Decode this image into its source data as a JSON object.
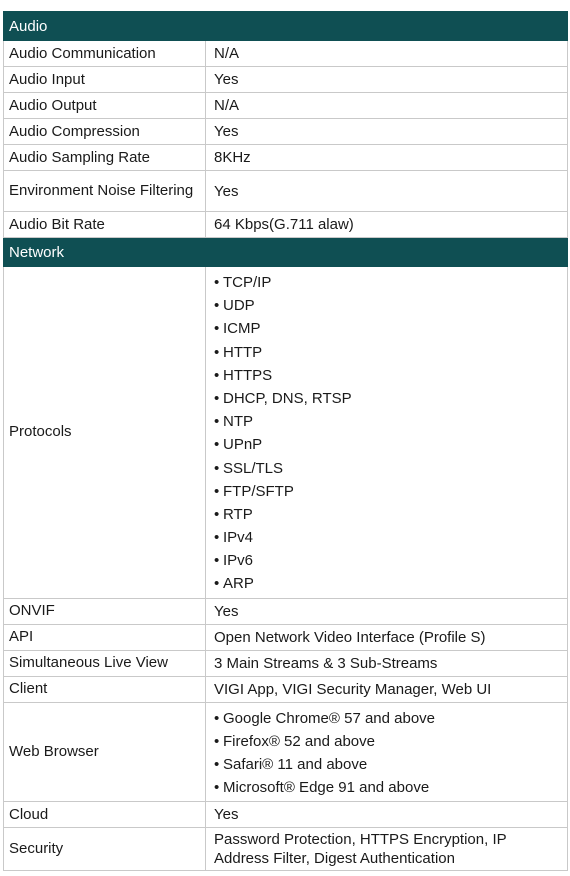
{
  "bullet_char": "•",
  "colors": {
    "section_header_bg": "#0f4f53",
    "section_header_text": "#ffffff",
    "grid_line": "#c9c9c9"
  },
  "sections": {
    "audio": {
      "title": "Audio",
      "rows": [
        {
          "label": "Audio Communication",
          "value": "N/A"
        },
        {
          "label": "Audio Input",
          "value": "Yes"
        },
        {
          "label": "Audio Output",
          "value": "N/A"
        },
        {
          "label": "Audio Compression",
          "value": "Yes"
        },
        {
          "label": "Audio Sampling Rate",
          "value": "8KHz"
        },
        {
          "label": "Environment Noise Filtering",
          "value": "Yes"
        },
        {
          "label": "Audio Bit Rate",
          "value": "64 Kbps(G.711 alaw)"
        }
      ]
    },
    "network": {
      "title": "Network",
      "protocols": {
        "label": "Protocols",
        "items": [
          "TCP/IP",
          "UDP",
          "ICMP",
          "HTTP",
          "HTTPS",
          "DHCP, DNS, RTSP",
          "NTP",
          "UPnP",
          "SSL/TLS",
          "FTP/SFTP",
          "RTP",
          "IPv4",
          "IPv6",
          "ARP"
        ]
      },
      "onvif": {
        "label": "ONVIF",
        "value": "Yes"
      },
      "api": {
        "label": "API",
        "value": "Open Network Video Interface (Profile S)"
      },
      "live_view": {
        "label": "Simultaneous Live View",
        "value": "3 Main Streams & 3 Sub-Streams"
      },
      "client": {
        "label": "Client",
        "value": "VIGI App, VIGI Security Manager, Web UI"
      },
      "web_browser": {
        "label": "Web Browser",
        "items": [
          "Google Chrome® 57 and above",
          "Firefox® 52 and above",
          "Safari® 11 and above",
          "Microsoft® Edge 91 and above"
        ]
      },
      "cloud": {
        "label": "Cloud",
        "value": "Yes"
      },
      "security": {
        "label": "Security",
        "value_line1": "Password Protection, HTTPS Encryption, IP",
        "value_line2": "Address Filter, Digest Authentication"
      }
    }
  }
}
